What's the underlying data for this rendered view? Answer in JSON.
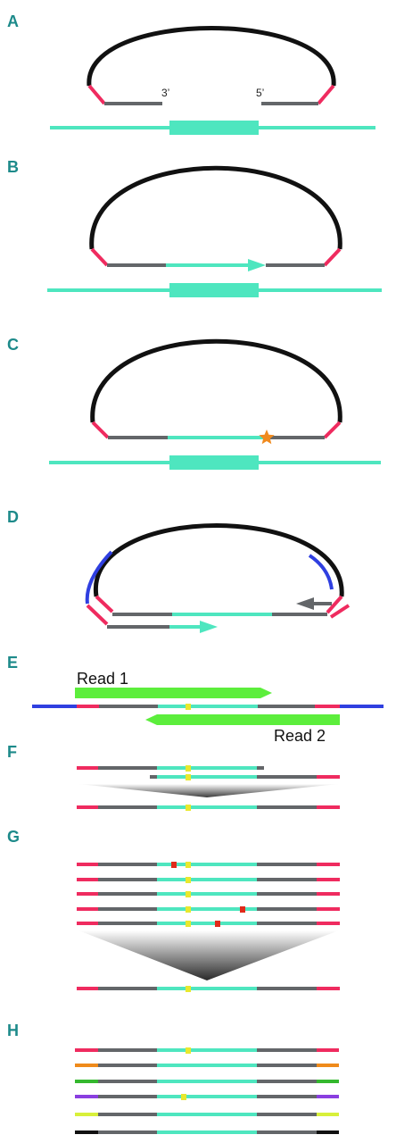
{
  "panels": {
    "a": {
      "label": "A",
      "three_prime": "3’",
      "five_prime": "5’"
    },
    "b": {
      "label": "B"
    },
    "c": {
      "label": "C"
    },
    "d": {
      "label": "D"
    },
    "e": {
      "label": "E",
      "read1": "Read 1",
      "read2": "Read 2"
    },
    "f": {
      "label": "F"
    },
    "g": {
      "label": "G"
    },
    "h": {
      "label": "H"
    }
  },
  "colors": {
    "backbone": "#111111",
    "arm": "#ef2b5f",
    "probe": "#636669",
    "target": "#4ee6bf",
    "read": "#5cee3c",
    "adapter": "#2f3fe0",
    "variant": "#e8e82e",
    "error": "#e02a1a",
    "mutation_star": "#f08a1e",
    "barcodes": [
      "#ef2b5f",
      "#ef8a1a",
      "#34b82e",
      "#8a3fe0",
      "#d8f03a",
      "#111111"
    ]
  }
}
